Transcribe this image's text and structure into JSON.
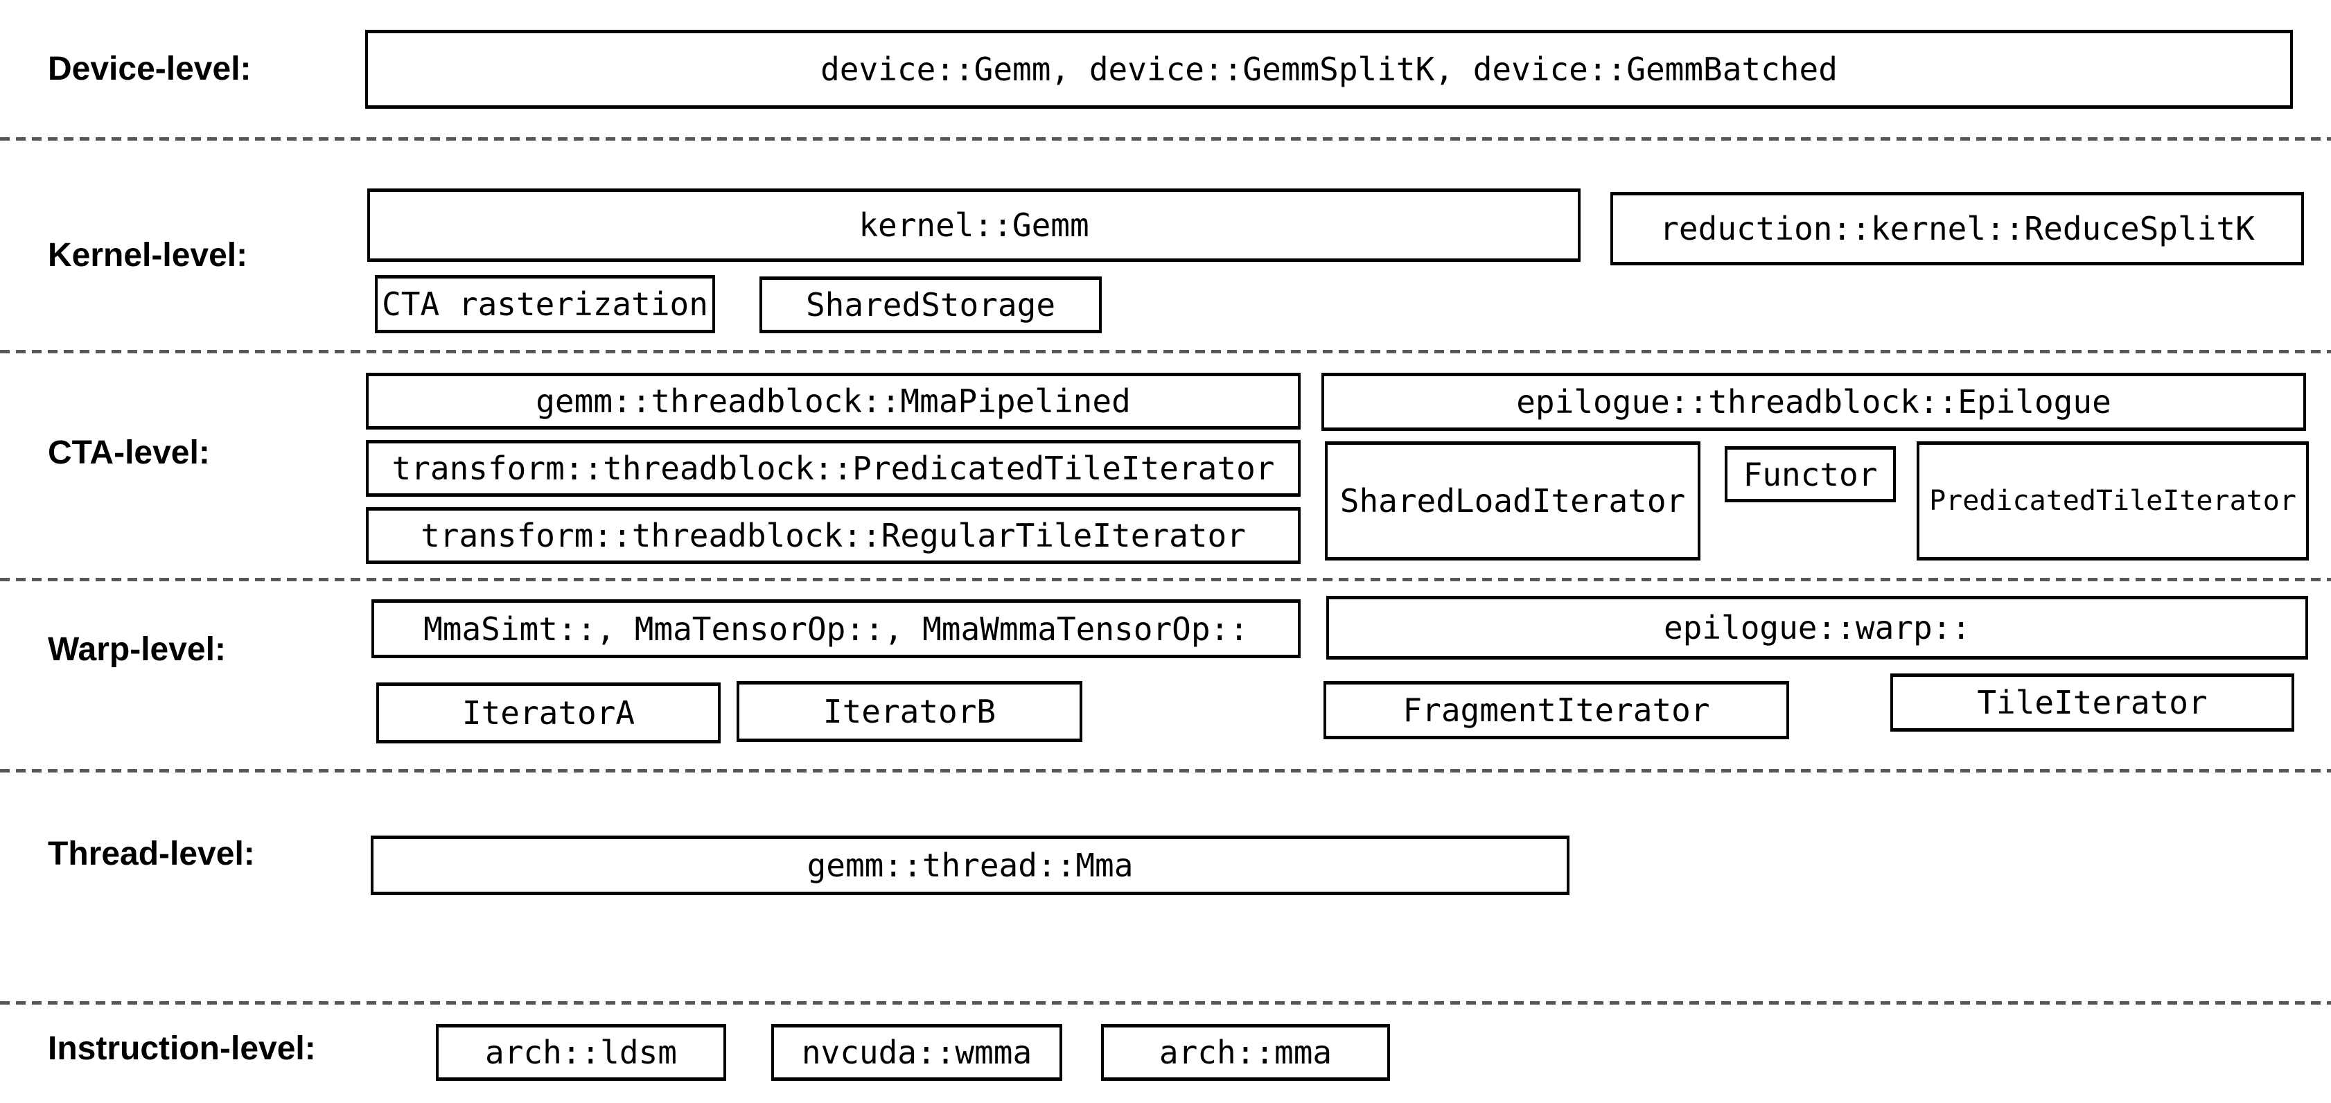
{
  "diagram": {
    "background": "#ffffff",
    "box_border_color": "#000000",
    "separator_color": "#585858",
    "text_color": "#000000"
  },
  "levels": {
    "device": {
      "label": "Device-level:",
      "boxes": {
        "main": "device::Gemm, device::GemmSplitK, device::GemmBatched"
      }
    },
    "kernel": {
      "label": "Kernel-level:",
      "boxes": {
        "gemm": "kernel::Gemm",
        "reduce_splitk": "reduction::kernel::ReduceSplitK",
        "cta_rasterization": "CTA rasterization",
        "shared_storage": "SharedStorage"
      }
    },
    "cta": {
      "label": "CTA-level:",
      "boxes": {
        "mma_pipelined": "gemm::threadblock::MmaPipelined",
        "predicated_tile_iterator": "transform::threadblock::PredicatedTileIterator",
        "regular_tile_iterator": "transform::threadblock::RegularTileIterator",
        "epilogue": "epilogue::threadblock::Epilogue",
        "shared_load_iterator": "SharedLoadIterator",
        "functor": "Functor",
        "epilogue_predicated_tile_iterator": "PredicatedTileIterator"
      }
    },
    "warp": {
      "label": "Warp-level:",
      "boxes": {
        "mma": "MmaSimt::, MmaTensorOp::, MmaWmmaTensorOp::",
        "iterator_a": "IteratorA",
        "iterator_b": "IteratorB",
        "epilogue_warp": "epilogue::warp::",
        "fragment_iterator": "FragmentIterator",
        "tile_iterator": "TileIterator"
      }
    },
    "thread": {
      "label": "Thread-level:",
      "boxes": {
        "mma": "gemm::thread::Mma"
      }
    },
    "instruction": {
      "label": "Instruction-level:",
      "boxes": {
        "arch_ldsm": "arch::ldsm",
        "nvcuda_wmma": "nvcuda::wmma",
        "arch_mma": "arch::mma"
      }
    }
  }
}
